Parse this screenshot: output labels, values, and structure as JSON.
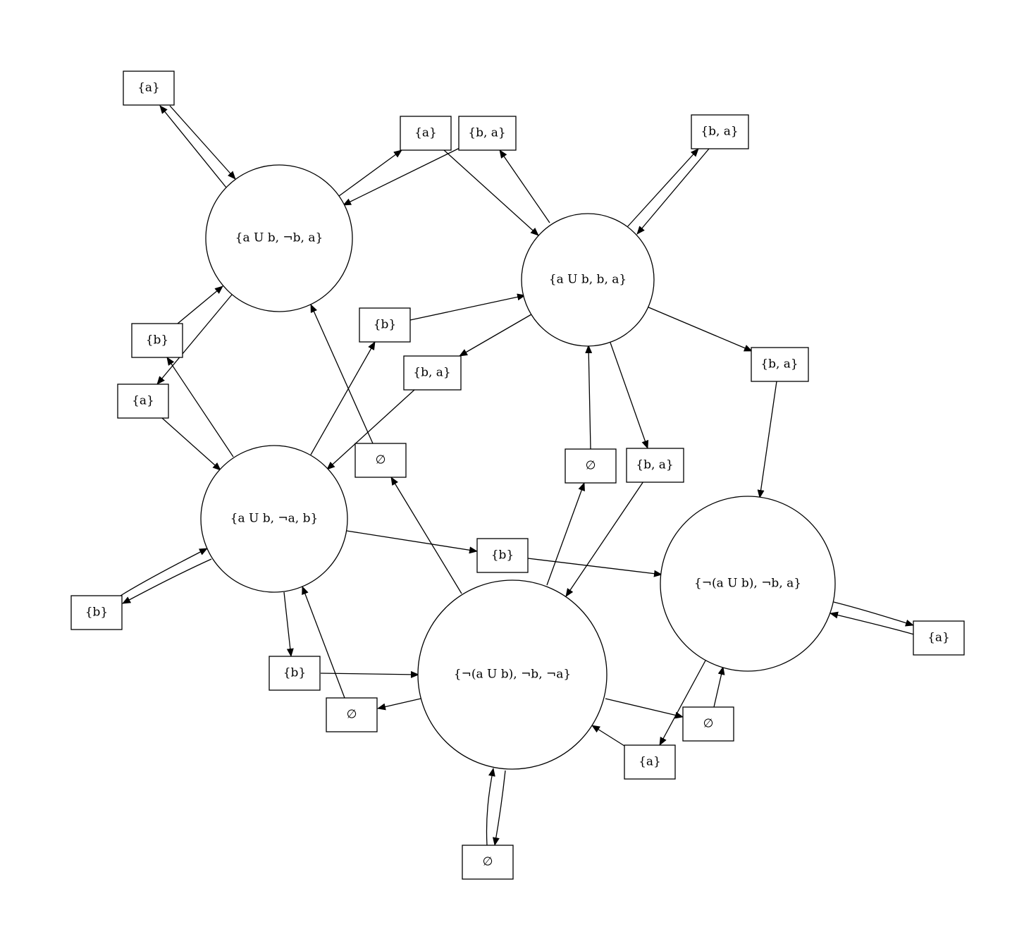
{
  "states": [
    {
      "id": "S1",
      "label": "{a U b, ¬b, a}"
    },
    {
      "id": "S2",
      "label": "{a U b, b, a}"
    },
    {
      "id": "S3",
      "label": "{a U b, ¬a, b}"
    },
    {
      "id": "S4",
      "label": "{¬(a U b), ¬b, a}"
    },
    {
      "id": "S5",
      "label": "{¬(a U b), ¬b, ¬a}"
    }
  ],
  "transitions": [
    {
      "id": "T1",
      "label": "{a}"
    },
    {
      "id": "T2",
      "label": "{a}"
    },
    {
      "id": "T3",
      "label": "{b, a}"
    },
    {
      "id": "T4",
      "label": "{b, a}"
    },
    {
      "id": "T5",
      "label": "{b}"
    },
    {
      "id": "T6",
      "label": "{a}"
    },
    {
      "id": "T7",
      "label": "{b}"
    },
    {
      "id": "T8",
      "label": "{b, a}"
    },
    {
      "id": "T9",
      "label": "{b, a}"
    },
    {
      "id": "T10",
      "label": "∅"
    },
    {
      "id": "T11",
      "label": "∅"
    },
    {
      "id": "T12",
      "label": "{b, a}"
    },
    {
      "id": "T13",
      "label": "{b}"
    },
    {
      "id": "T14",
      "label": "{b}"
    },
    {
      "id": "T15",
      "label": "{b}"
    },
    {
      "id": "T16",
      "label": "∅"
    },
    {
      "id": "T17",
      "label": "{a}"
    },
    {
      "id": "T18",
      "label": "∅"
    },
    {
      "id": "T19",
      "label": "{a}"
    },
    {
      "id": "T20",
      "label": "∅"
    }
  ]
}
